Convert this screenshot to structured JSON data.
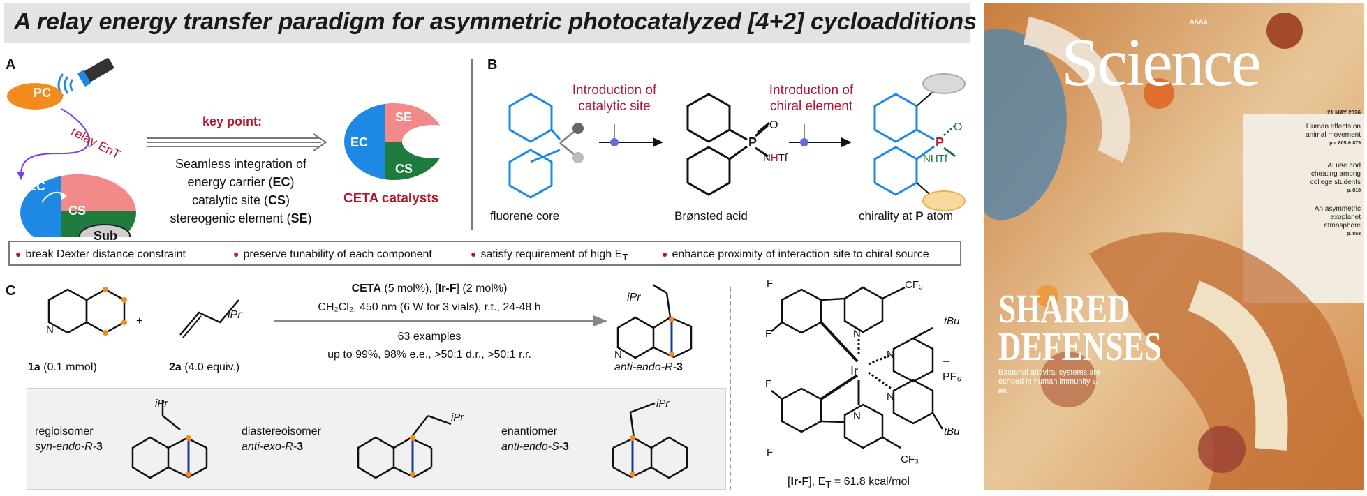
{
  "title": "A relay energy transfer paradigm for asymmetric photocatalyzed [4+2] cycloadditions",
  "panelA": {
    "letter": "A",
    "pc": "PC",
    "relay": "relay EnT",
    "se": "SE",
    "ec": "EC",
    "cs": "CS",
    "sub": "Sub",
    "key_point": "key point:",
    "seamless_line1": "Seamless integration of",
    "seamless_line2_a": "energy carrier (",
    "seamless_line2_b": "EC",
    "seamless_line2_c": ")",
    "seamless_line3_a": "catalytic site (",
    "seamless_line3_b": "CS",
    "seamless_line3_c": ")",
    "seamless_line4_a": "stereogenic element (",
    "seamless_line4_b": "SE",
    "seamless_line4_c": ")",
    "ceta": "CETA catalysts",
    "colors": {
      "ec": "#1e88e5",
      "se": "#f28a8a",
      "cs": "#1f7a3e",
      "pc": "#f28c1e",
      "red": "#b1182f"
    }
  },
  "panelB": {
    "letter": "B",
    "intro_catalytic_1": "Introduction of",
    "intro_catalytic_2": "catalytic site",
    "intro_chiral_1": "Introduction of",
    "intro_chiral_2": "chiral element",
    "fluorene": "fluorene core",
    "bronsted": "Brønsted acid",
    "chirality_a": "chirality at ",
    "chirality_b": "P",
    "chirality_c": " atom",
    "atom_p": "P",
    "atom_o": "O",
    "nhtf": "NHTf",
    "nhtf_n": "N",
    "nhtf_h": "H",
    "nhtf_tf": "Tf"
  },
  "properties": [
    "break Dexter distance constraint",
    "preserve tunability of each component",
    "satisfy requirement of high E",
    "enhance proximity of interaction site to chiral source"
  ],
  "prop_sub": "T",
  "panelC": {
    "letter": "C",
    "plus": "+",
    "ipr": "iPr",
    "n": "N",
    "reagent_1a_bold": "1a",
    "reagent_1a_rest": " (0.1 mmol)",
    "reagent_2a_bold": "2a",
    "reagent_2a_rest": " (4.0 equiv.)",
    "cond1_b1": "CETA",
    "cond1_t1": " (5 mol%), [",
    "cond1_b2": "Ir-F",
    "cond1_t2": "] (2 mol%)",
    "cond2": "CH₂Cl₂, 450 nm (6 W for 3 vials), r.t., 24-48 h",
    "cond3": "63 examples",
    "cond4": "up to 99%, 98% e.e., >50:1 d.r., >50:1 r.r.",
    "product": "anti-endo-R-",
    "product_num": "3",
    "isomers": [
      {
        "label": "regioisomer",
        "name": "syn-endo-R-",
        "num": "3"
      },
      {
        "label": "diastereoisomer",
        "name": "anti-exo-R-",
        "num": "3"
      },
      {
        "label": "enantiomer",
        "name": "anti-endo-S-",
        "num": "3"
      }
    ]
  },
  "irf": {
    "f": "F",
    "n": "N",
    "ir": "Ir",
    "cf3": "CF₃",
    "tbu": "tBu",
    "pf6": "PF₆",
    "minus": "−",
    "caption_a": "[",
    "caption_b": "Ir-F",
    "caption_c": "], E",
    "caption_sub": "T",
    "caption_d": " = 61.8 kcal/mol"
  },
  "cover": {
    "aaas": "AAAS",
    "masthead": "Science",
    "date": "21 MAY 2026",
    "blurb1": "Human effects on animal movement",
    "blurb1_pp": "pp. 805 & 879",
    "blurb2": "AI use and cheating among college students",
    "blurb2_pp": "p. 818",
    "blurb3": "An asymmetric exoplanet atmosphere",
    "blurb3_pp": "p. 858",
    "headline1": "SHARED",
    "headline2": "DEFENSES",
    "deck": "Bacterial antiviral systems are echoed in human immunity",
    "deck_pp": "p. 800"
  }
}
